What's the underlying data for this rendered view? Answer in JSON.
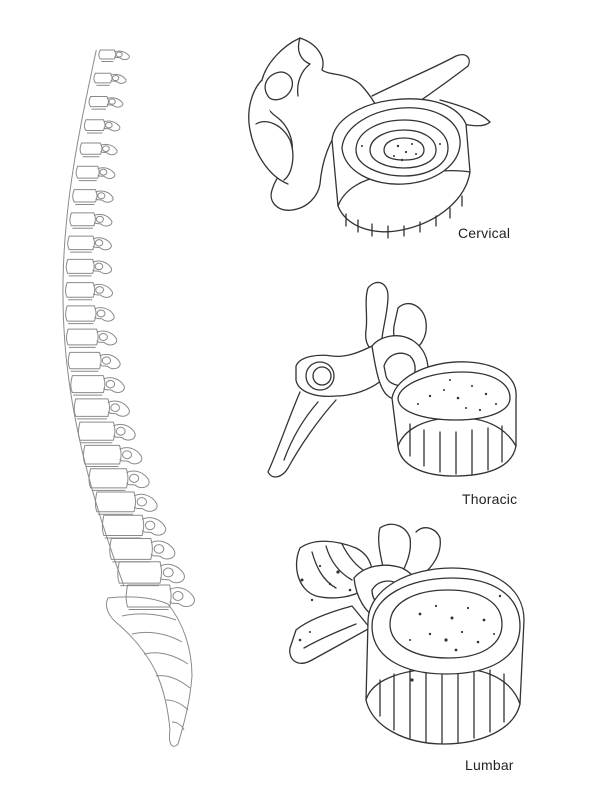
{
  "labels": {
    "cervical": "Cervical",
    "thoracic": "Thoracic",
    "lumbar": "Lumbar"
  },
  "line_color": "#333333",
  "spine_line_color": "#8a8a8a",
  "vertebra_count": 24
}
